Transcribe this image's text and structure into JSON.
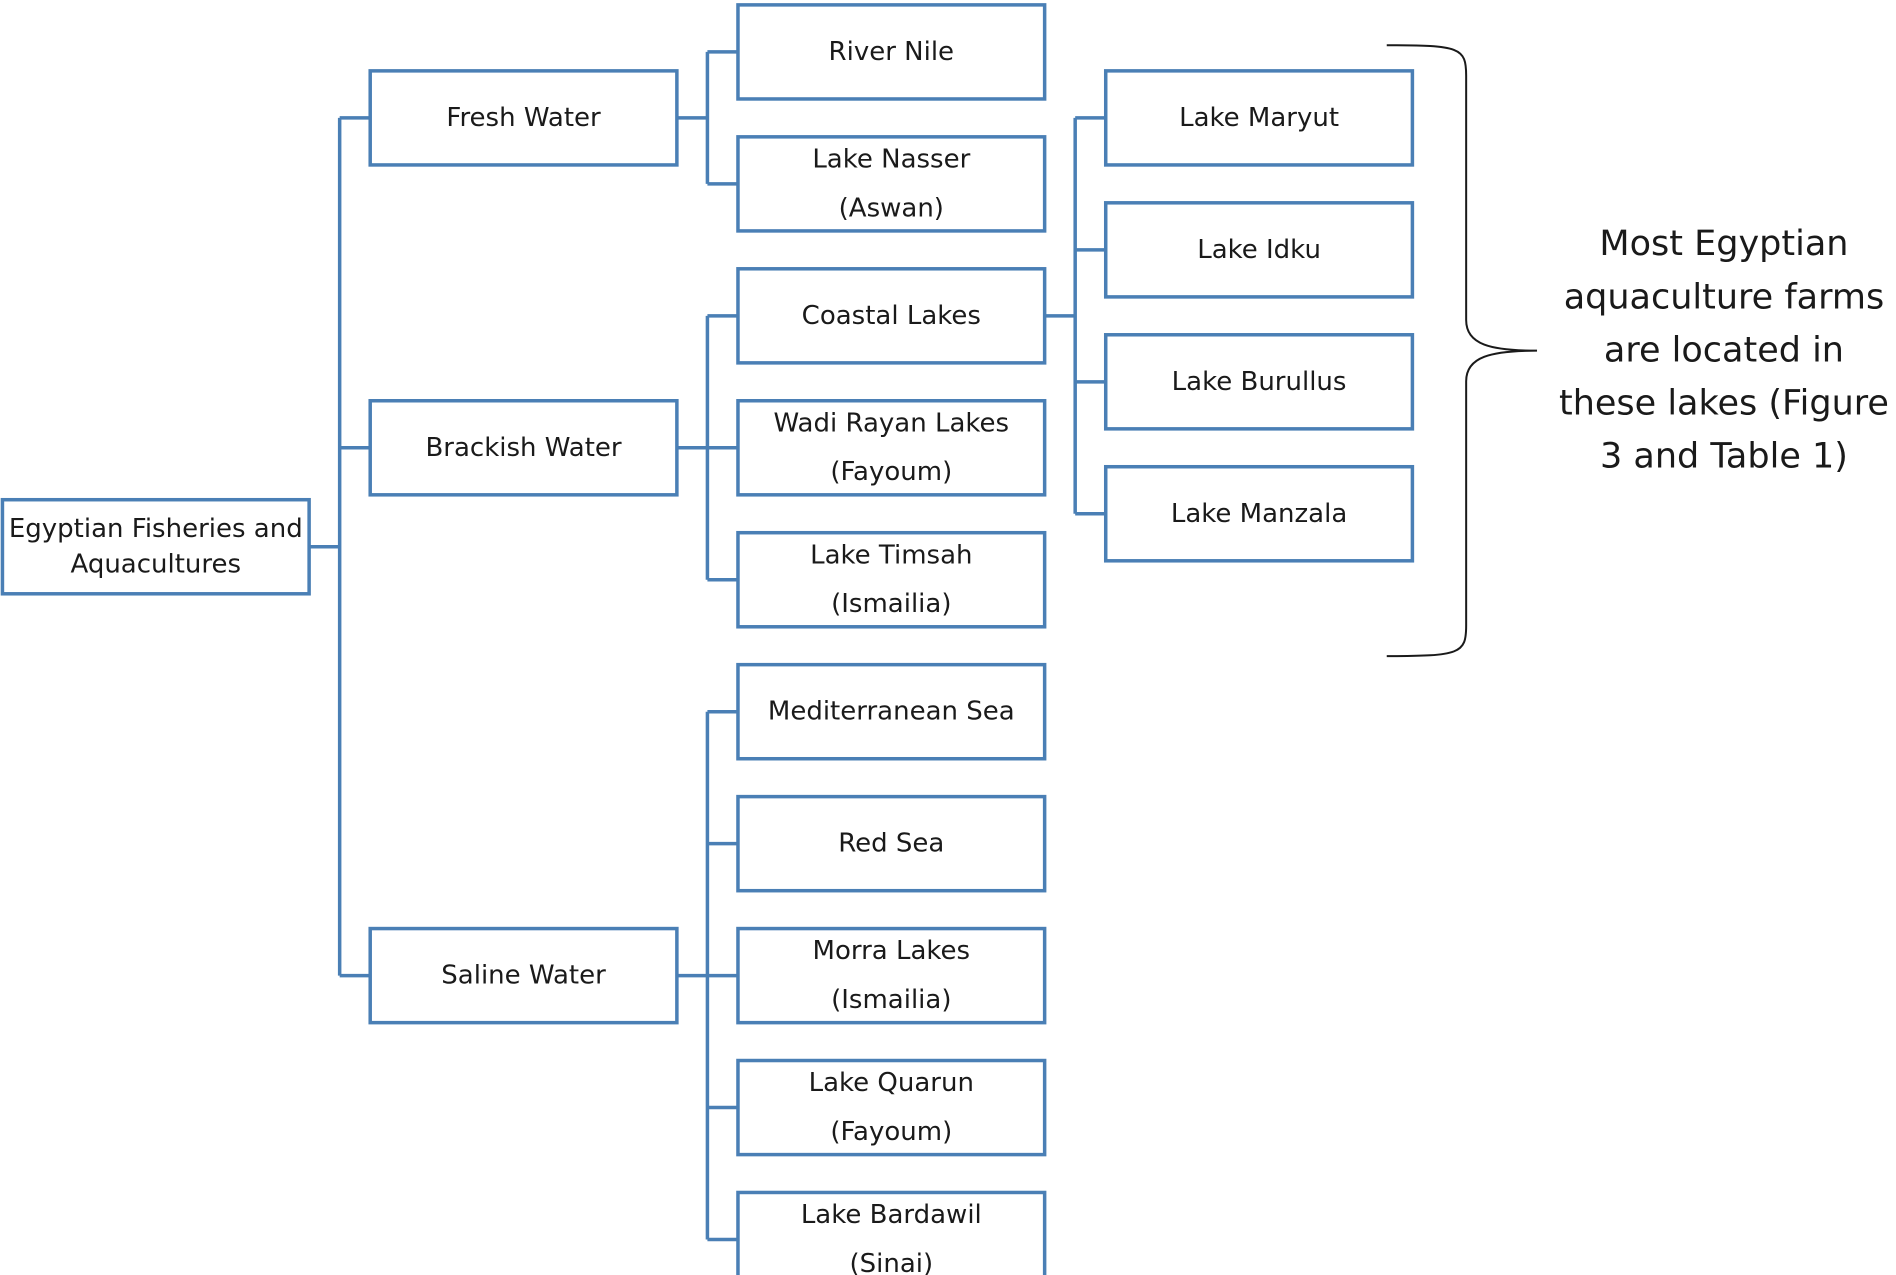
{
  "colors": {
    "box_stroke": "#4a7fb5",
    "connector": "#4a7fb5",
    "brace": "#1a1a1a",
    "text": "#1a1a1a",
    "background": "#ffffff"
  },
  "root": {
    "lines": [
      "Egyptian Fisheries and",
      "Aquacultures"
    ]
  },
  "categories": [
    {
      "id": "fresh",
      "lines": [
        "Fresh Water"
      ]
    },
    {
      "id": "brackish",
      "lines": [
        "Brackish Water"
      ]
    },
    {
      "id": "saline",
      "lines": [
        "Saline Water"
      ]
    }
  ],
  "water_bodies": [
    {
      "id": "river-nile",
      "parent": "fresh",
      "lines": [
        "River Nile"
      ]
    },
    {
      "id": "lake-nasser",
      "parent": "fresh",
      "lines": [
        "Lake Nasser",
        "(Aswan)"
      ]
    },
    {
      "id": "coastal-lakes",
      "parent": "brackish",
      "lines": [
        "Coastal Lakes"
      ]
    },
    {
      "id": "wadi-rayan",
      "parent": "brackish",
      "lines": [
        "Wadi Rayan Lakes",
        "(Fayoum)"
      ]
    },
    {
      "id": "lake-timsah",
      "parent": "brackish",
      "lines": [
        "Lake Timsah",
        "(Ismailia)"
      ]
    },
    {
      "id": "mediterranean",
      "parent": "saline",
      "lines": [
        "Mediterranean Sea"
      ]
    },
    {
      "id": "red-sea",
      "parent": "saline",
      "lines": [
        "Red Sea"
      ]
    },
    {
      "id": "morra-lakes",
      "parent": "saline",
      "lines": [
        "Morra Lakes",
        "(Ismailia)"
      ]
    },
    {
      "id": "lake-quarun",
      "parent": "saline",
      "lines": [
        "Lake Quarun",
        "(Fayoum)"
      ]
    },
    {
      "id": "lake-bardawil",
      "parent": "saline",
      "lines": [
        "Lake Bardawil",
        "(Sinai)"
      ]
    }
  ],
  "coastal_lakes": [
    {
      "id": "lake-maryut",
      "lines": [
        "Lake Maryut"
      ]
    },
    {
      "id": "lake-idku",
      "lines": [
        "Lake Idku"
      ]
    },
    {
      "id": "lake-burullus",
      "lines": [
        "Lake Burullus"
      ]
    },
    {
      "id": "lake-manzala",
      "lines": [
        "Lake Manzala"
      ]
    }
  ],
  "note": {
    "lines": [
      "Most Egyptian",
      "aquaculture farms",
      "are located in",
      "these lakes (Figure",
      "3 and Table 1)"
    ]
  }
}
